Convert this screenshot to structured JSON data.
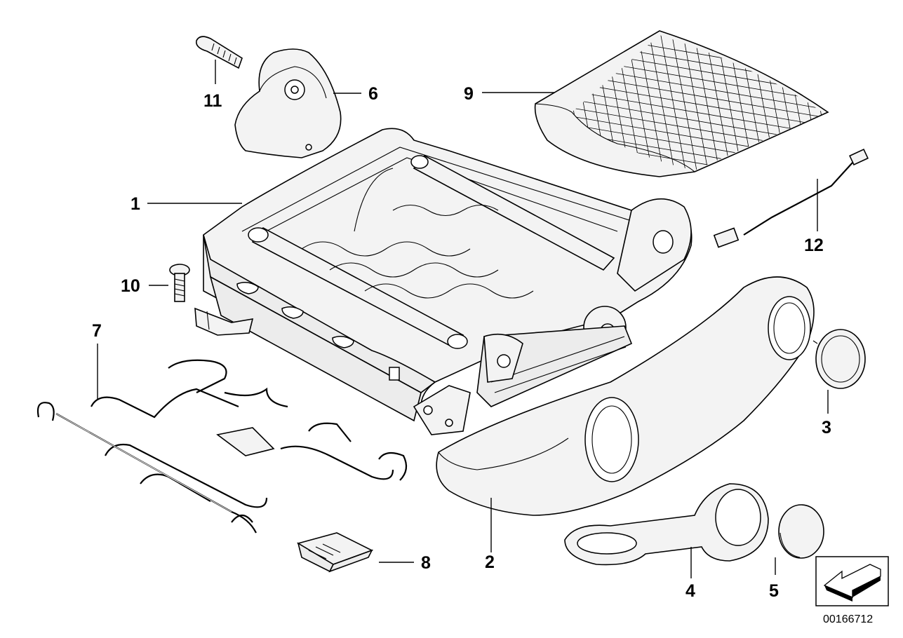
{
  "diagram": {
    "part_labels": [
      {
        "id": "1",
        "text": "1"
      },
      {
        "id": "2",
        "text": "2"
      },
      {
        "id": "3",
        "text": "3"
      },
      {
        "id": "4",
        "text": "4"
      },
      {
        "id": "5",
        "text": "5"
      },
      {
        "id": "6",
        "text": "6"
      },
      {
        "id": "7",
        "text": "7"
      },
      {
        "id": "8",
        "text": "8"
      },
      {
        "id": "9",
        "text": "9"
      },
      {
        "id": "10",
        "text": "10"
      },
      {
        "id": "11",
        "text": "11"
      },
      {
        "id": "12",
        "text": "12"
      }
    ],
    "drawing_number": "00166712",
    "direction_icon": "arrow-down-left-icon",
    "colors": {
      "line": "#000000",
      "background": "#ffffff",
      "part_fill": "#f3f3f3"
    }
  }
}
